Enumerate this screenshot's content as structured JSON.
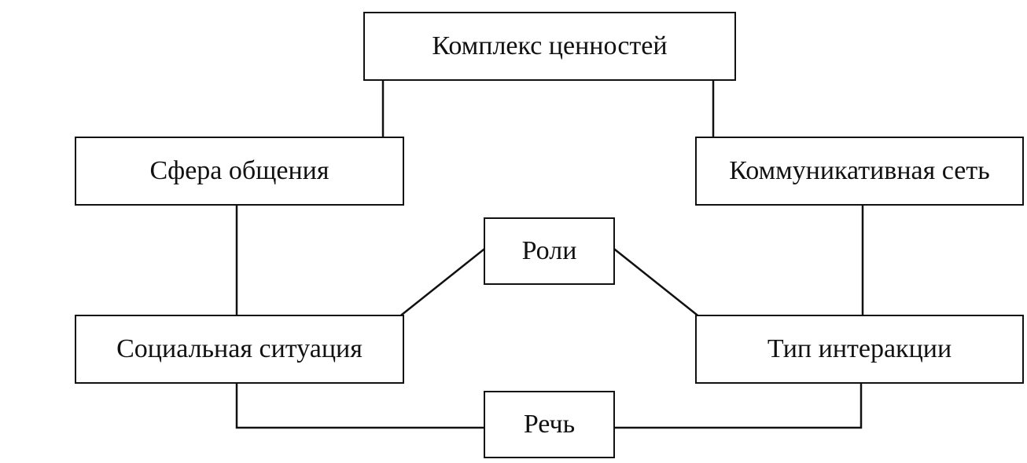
{
  "diagram": {
    "nodes": {
      "values": "Комплекс ценностей",
      "sphere": "Сфера общения",
      "network": "Коммуникативная сеть",
      "roles": "Роли",
      "situation": "Социальная ситуация",
      "interaction": "Тип интеракции",
      "speech": "Речь"
    },
    "edges": [
      [
        "values",
        "sphere"
      ],
      [
        "values",
        "network"
      ],
      [
        "sphere",
        "situation"
      ],
      [
        "network",
        "interaction"
      ],
      [
        "roles",
        "situation"
      ],
      [
        "roles",
        "interaction"
      ],
      [
        "situation",
        "speech"
      ],
      [
        "interaction",
        "speech"
      ]
    ]
  }
}
